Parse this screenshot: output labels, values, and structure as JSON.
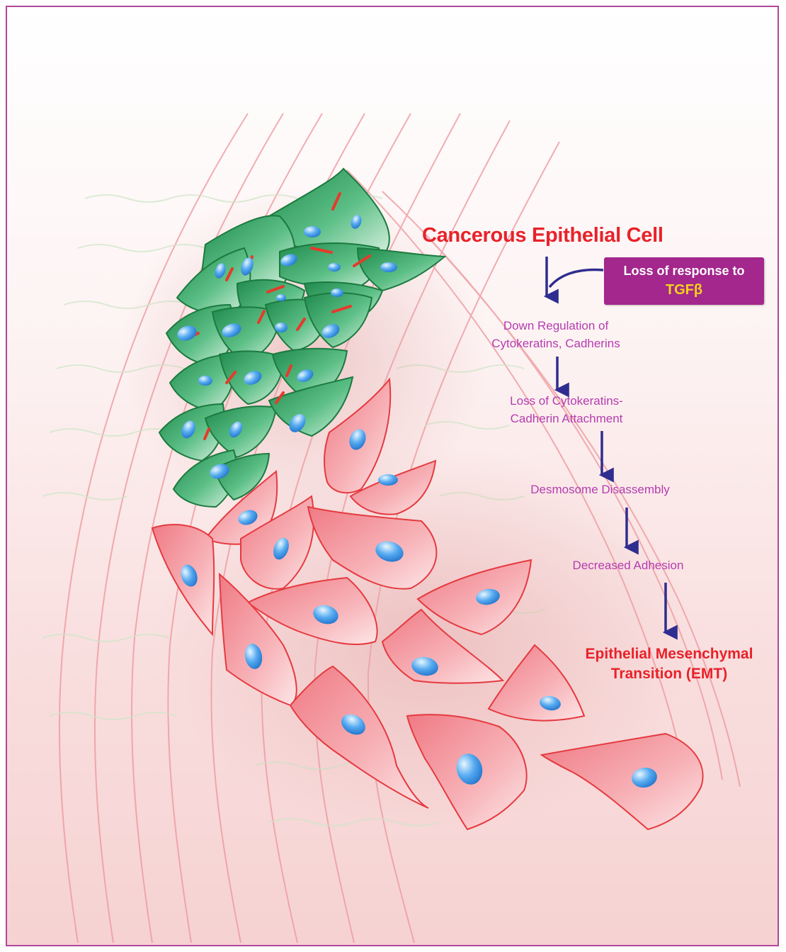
{
  "diagram": {
    "title": "Cancerous Epithelial Cell",
    "trigger": {
      "line1": "Loss of response to",
      "line2": "TGFβ"
    },
    "steps": [
      {
        "line1": "Down Regulation of",
        "line2": "Cytokeratins, Cadherins"
      },
      {
        "line1": "Loss of Cytokeratins-",
        "line2": "Cadherin Attachment"
      },
      {
        "line1": "Desmosome Disassembly"
      },
      {
        "line1": "Decreased Adhesion"
      }
    ],
    "outcome": {
      "line1": "Epithelial Mesenchymal",
      "line2": "Transition (EMT)"
    }
  },
  "colors": {
    "title_red": "#e8222a",
    "step_magenta": "#b43db0",
    "arrow_navy": "#2f2d8f",
    "trigger_box": "#a3278c",
    "tgf_yellow": "#f5d21a",
    "epithelial_green": "#2e9d5c",
    "mesenchymal_pink": "#f08c94",
    "nucleus_blue": "#3b8fe0"
  }
}
